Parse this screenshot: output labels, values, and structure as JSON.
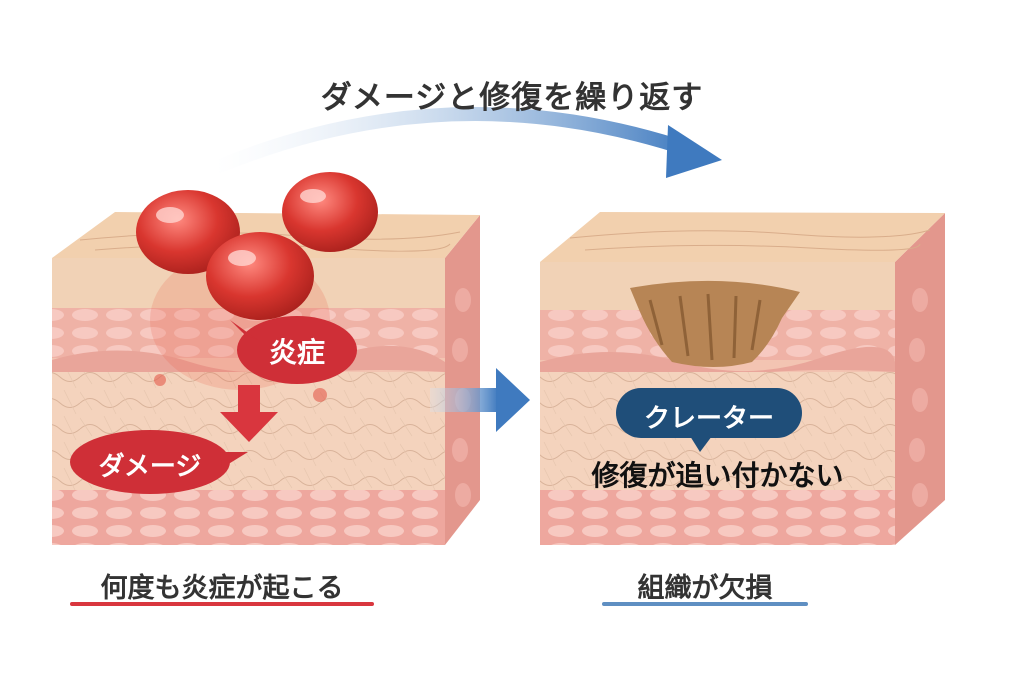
{
  "title": "ダメージと修復を繰り返す",
  "left_panel": {
    "bubble_inflammation": "炎症",
    "bubble_damage": "ダメージ",
    "caption": "何度も炎症が起こる",
    "accent_color": "#d9363e"
  },
  "right_panel": {
    "bubble_crater": "クレーター",
    "note": "修復が追い付かない",
    "caption": "組織が欠損",
    "accent_color": "#1f4e79"
  },
  "colors": {
    "skin_top": "#f3d1b0",
    "skin_side": "#e99a90",
    "dermis": "#f1b3aa",
    "arrow": "#4f86c0"
  }
}
